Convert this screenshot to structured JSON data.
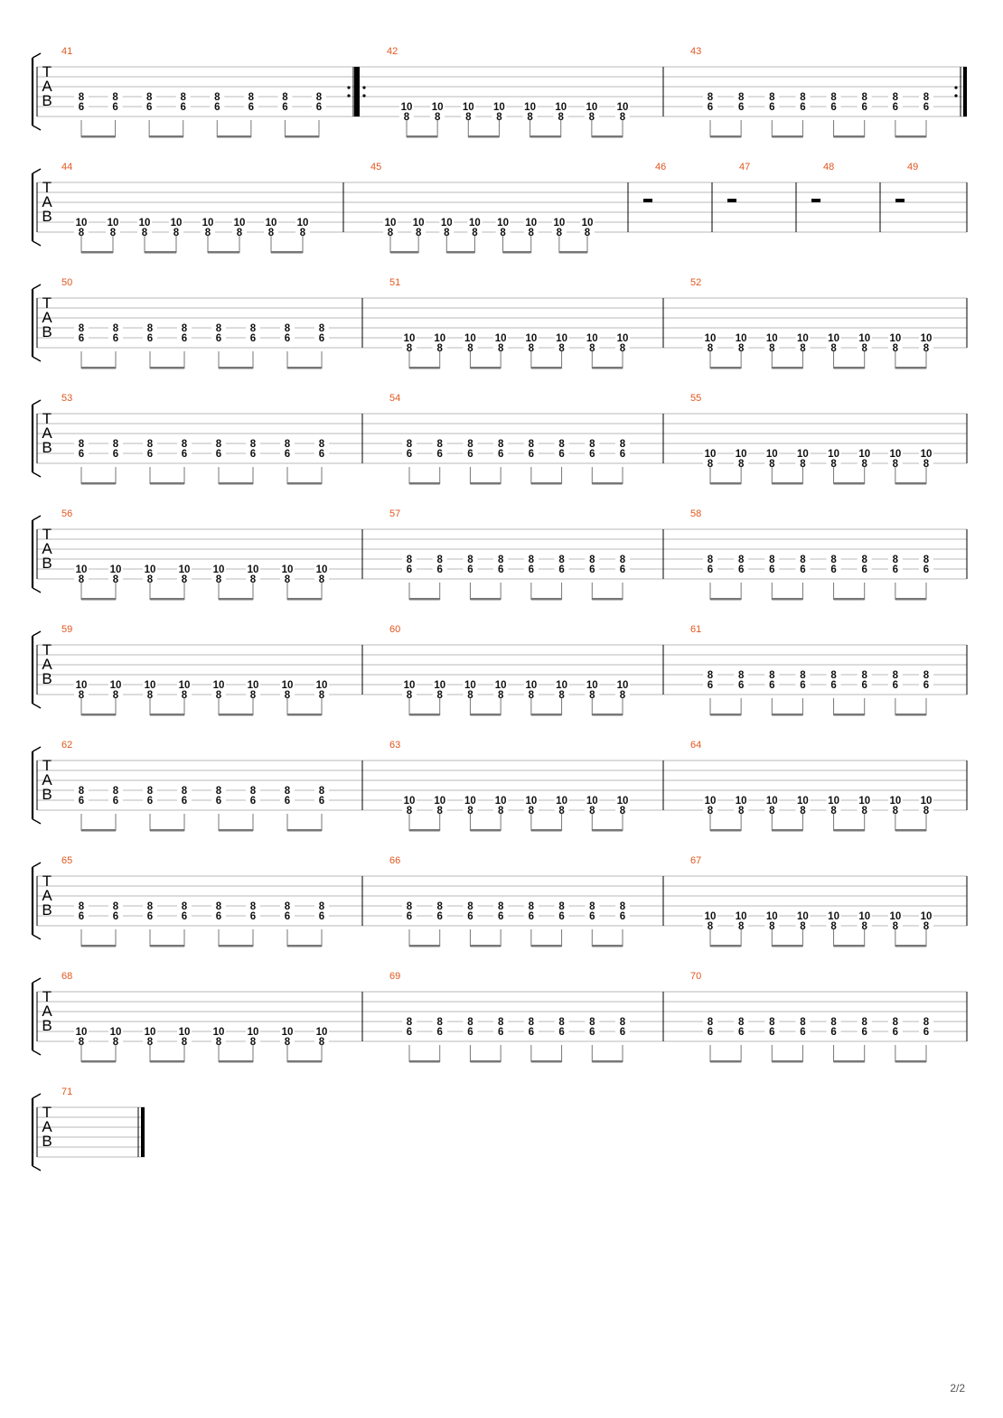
{
  "page": {
    "number_label": "2/2"
  },
  "tab_clef": [
    "T",
    "A",
    "B"
  ],
  "colors": {
    "measure_number": "#e0571f",
    "staff_line": "#b8b8b8",
    "barline": "#000000",
    "beam": "#777777",
    "fret_text": "#111111"
  },
  "systems": [
    {
      "measures": [
        {
          "number": "41",
          "type": "A",
          "repeat_start": false,
          "repeat_end": true
        },
        {
          "number": "42",
          "type": "B",
          "repeat_start": true,
          "repeat_end": false
        },
        {
          "number": "43",
          "type": "A",
          "repeat_start": false,
          "repeat_end": true
        }
      ]
    },
    {
      "measures": [
        {
          "number": "44",
          "type": "B"
        },
        {
          "number": "45",
          "type": "B"
        },
        {
          "number": "46",
          "type": "rest"
        },
        {
          "number": "47",
          "type": "rest"
        },
        {
          "number": "48",
          "type": "rest"
        },
        {
          "number": "49",
          "type": "rest"
        }
      ]
    },
    {
      "measures": [
        {
          "number": "50",
          "type": "A"
        },
        {
          "number": "51",
          "type": "B"
        },
        {
          "number": "52",
          "type": "B"
        }
      ]
    },
    {
      "measures": [
        {
          "number": "53",
          "type": "A"
        },
        {
          "number": "54",
          "type": "A"
        },
        {
          "number": "55",
          "type": "B"
        }
      ]
    },
    {
      "measures": [
        {
          "number": "56",
          "type": "B"
        },
        {
          "number": "57",
          "type": "A"
        },
        {
          "number": "58",
          "type": "A"
        }
      ]
    },
    {
      "measures": [
        {
          "number": "59",
          "type": "B"
        },
        {
          "number": "60",
          "type": "B"
        },
        {
          "number": "61",
          "type": "A"
        }
      ]
    },
    {
      "measures": [
        {
          "number": "62",
          "type": "A"
        },
        {
          "number": "63",
          "type": "B"
        },
        {
          "number": "64",
          "type": "B"
        }
      ]
    },
    {
      "measures": [
        {
          "number": "65",
          "type": "A"
        },
        {
          "number": "66",
          "type": "A"
        },
        {
          "number": "67",
          "type": "B"
        }
      ]
    },
    {
      "measures": [
        {
          "number": "68",
          "type": "B"
        },
        {
          "number": "69",
          "type": "A"
        },
        {
          "number": "70",
          "type": "A"
        }
      ]
    },
    {
      "measures": [
        {
          "number": "71",
          "type": "empty",
          "final_bar": true
        }
      ]
    }
  ],
  "chords": {
    "A": {
      "upper": "8",
      "lower": "6",
      "upper_string": 3,
      "lower_string": 4,
      "count": 8
    },
    "B": {
      "upper": "10",
      "lower": "8",
      "upper_string": 4,
      "lower_string": 5,
      "count": 8
    }
  }
}
